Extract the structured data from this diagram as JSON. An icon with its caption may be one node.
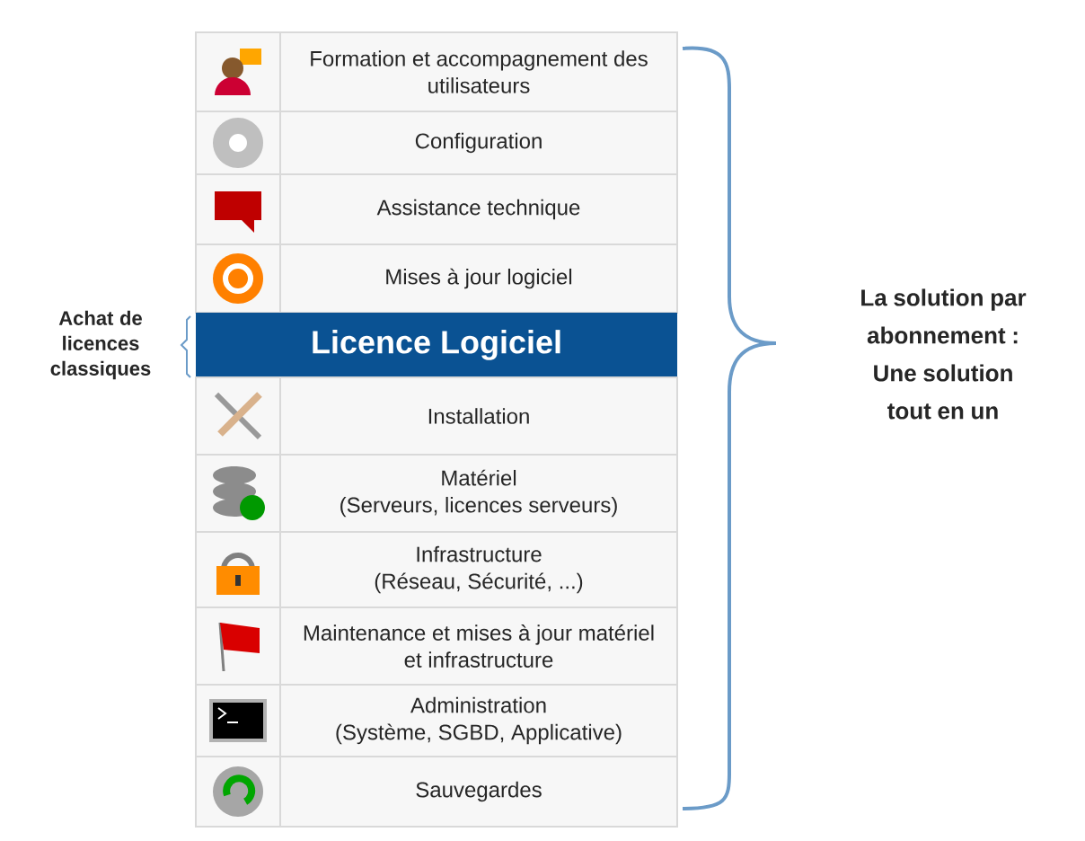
{
  "diagram": {
    "nodes": [
      {
        "text": [
          "Formation et accompagnement des utilisateurs"
        ]
      },
      {
        "text": [
          "Configuration"
        ]
      },
      {
        "text": [
          "Assistance technique"
        ]
      },
      {
        "text": [
          "Mises à jour logiciel"
        ]
      },
      {
        "text": [
          "Licence  Logiciel"
        ]
      },
      {
        "text": [
          "Installation"
        ]
      },
      {
        "text": [
          "Matériel",
          "(Serveurs, licences serveurs)"
        ]
      },
      {
        "text": [
          "Infrastructure",
          "(Réseau, Sécurité, ...)"
        ]
      },
      {
        "text": [
          "Maintenance et mises à jour matériel et infrastructure"
        ]
      },
      {
        "text": [
          "Administration",
          "(Système, SGBD, Applicative)"
        ]
      },
      {
        "text": [
          "Sauvegardes"
        ]
      }
    ],
    "labels": [
      "Achat de licences classiques",
      "La solution par abonnement : Une solution tout en un"
    ]
  }
}
